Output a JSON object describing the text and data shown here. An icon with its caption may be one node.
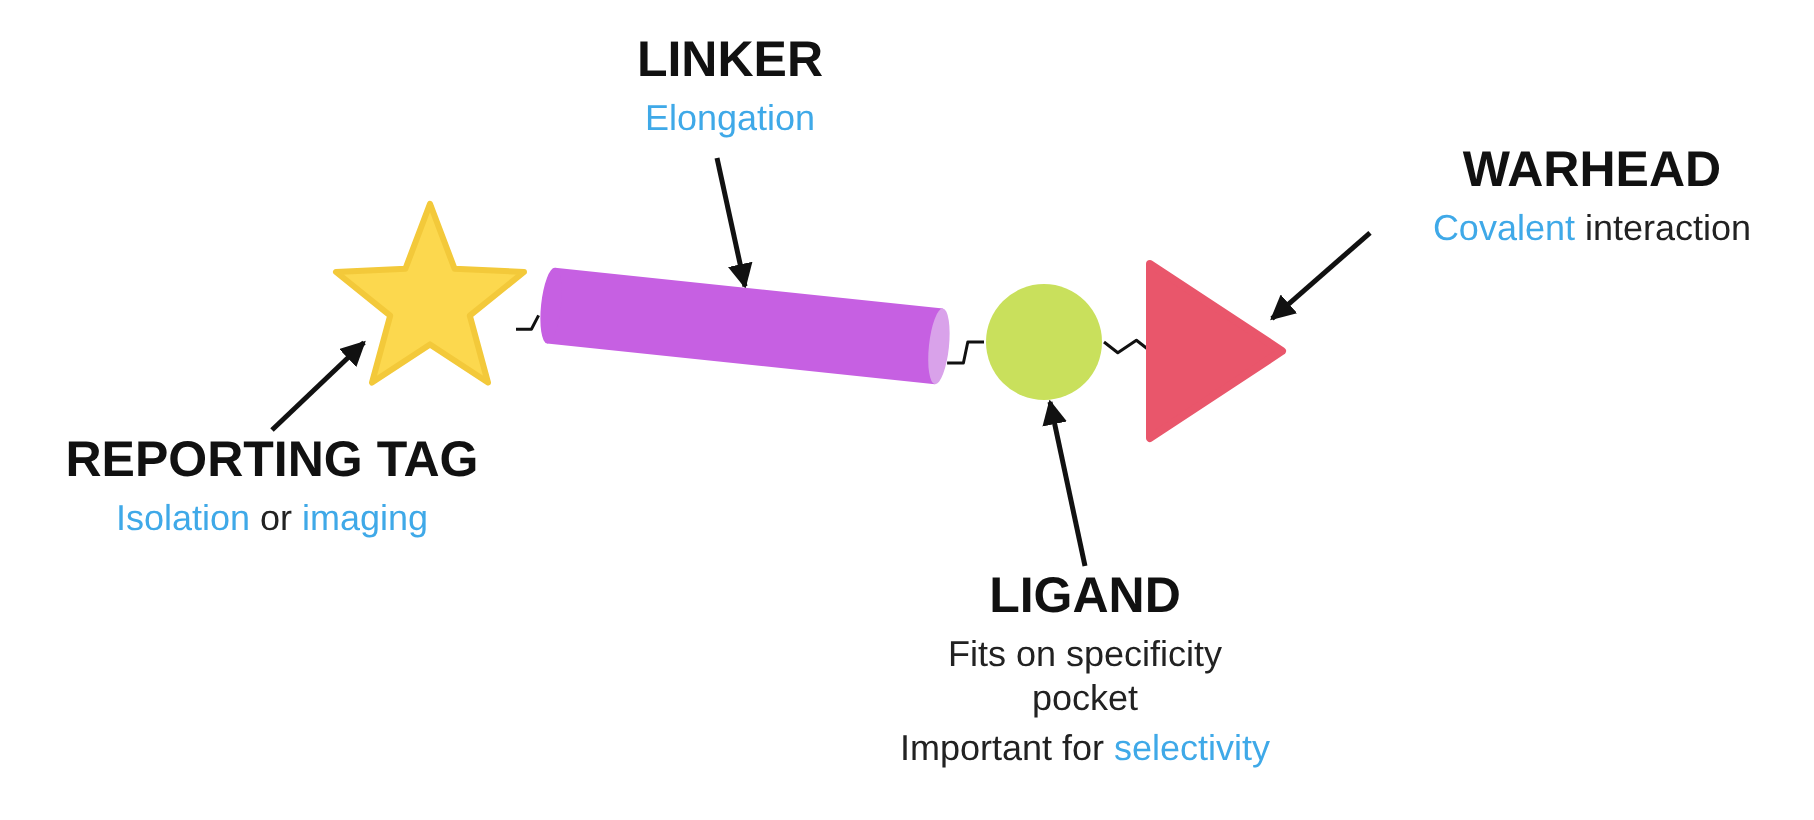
{
  "diagram": {
    "nodes": [
      {
        "text": [],
        "shape": "star"
      },
      {
        "text": [],
        "shape": "cylinder"
      },
      {
        "text": [],
        "shape": "circle"
      },
      {
        "text": [],
        "shape": "triangle"
      },
      {
        "text": [
          "LINKER",
          "Elongation"
        ]
      },
      {
        "text": [
          "WARHEAD",
          "**Covalent** interaction"
        ]
      },
      {
        "text": [
          "REPORTING TAG",
          "**Isolation** or **imaging**"
        ]
      },
      {
        "text": [
          "LIGAND",
          "Fits on specificity pocket",
          "Important for **selectivity**"
        ]
      }
    ],
    "edges": [
      {
        "from": 4,
        "to": 1,
        "arrow": "to"
      },
      {
        "from": 5,
        "to": 3,
        "arrow": "to"
      },
      {
        "from": 6,
        "to": 0,
        "arrow": "to"
      },
      {
        "from": 7,
        "to": 2,
        "arrow": "to"
      },
      {
        "from": 0,
        "to": 1,
        "arrow": "none"
      },
      {
        "from": 1,
        "to": 2,
        "arrow": "none"
      },
      {
        "from": 2,
        "to": 3,
        "arrow": "none"
      }
    ]
  }
}
